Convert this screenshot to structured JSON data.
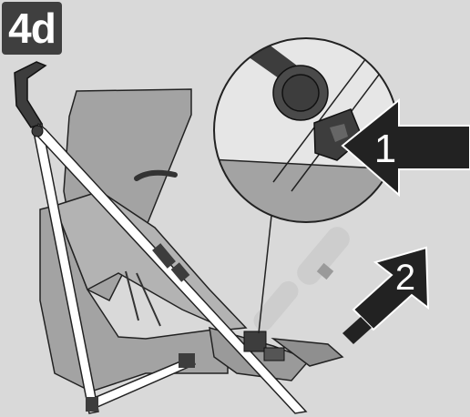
{
  "figure": {
    "step_label": "4d",
    "callouts": [
      {
        "id": "1",
        "label": "1"
      },
      {
        "id": "2",
        "label": "2"
      }
    ],
    "icons": [
      "stroller-frame",
      "seat-fabric",
      "canopy",
      "brake-pedal",
      "release-button",
      "zoom-circle",
      "push-arrow",
      "lift-arrow"
    ],
    "colors": {
      "background": "#d9d9d9",
      "fabric": "#a3a3a3",
      "fabric_dark": "#8a8a8a",
      "frame": "#ffffff",
      "outline": "#222222",
      "dark_parts": "#3d3d3d",
      "arrow": "#222222",
      "badge": "#3f3f3f"
    }
  }
}
